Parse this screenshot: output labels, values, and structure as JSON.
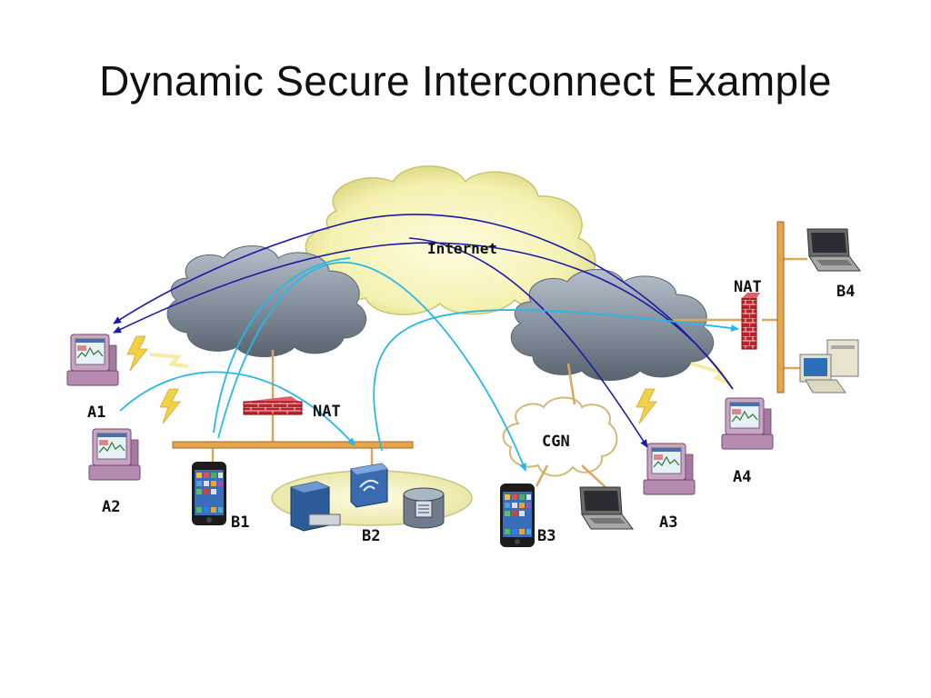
{
  "slide": {
    "title": "Dynamic Secure Interconnect Example"
  },
  "labels": {
    "internet": "Internet",
    "cgn": "CGN",
    "nat_left": "NAT",
    "nat_right": "NAT",
    "a1": "A1",
    "a2": "A2",
    "a3": "A3",
    "a4": "A4",
    "b1": "B1",
    "b2": "B2",
    "b3": "B3",
    "b4": "B4"
  },
  "colors": {
    "internet_cloud": "#f6f4b0",
    "isp_cloud": "#8e9aa6",
    "dark_arrow": "#1a1aa6",
    "light_arrow": "#28b8e8",
    "bus_line": "#d9a860",
    "firewall": "#c0202a"
  },
  "icons": [
    "pc-icon",
    "phone-icon",
    "laptop-icon",
    "server-icon",
    "database-icon",
    "firewall-icon",
    "lightning-icon",
    "cloud-icon"
  ]
}
